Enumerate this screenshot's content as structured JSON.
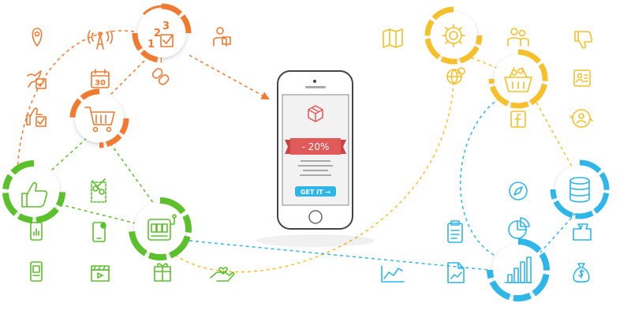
{
  "phone": {
    "discount": "- 20%",
    "cta": "GET IT →"
  },
  "hubs": {
    "numbers_digits": [
      "1",
      "2",
      "3"
    ]
  },
  "icons": {
    "calendar_day": "30"
  },
  "colors": {
    "orange": "#f07a30",
    "green": "#5cc02c",
    "yellow": "#f5c02a",
    "blue": "#2fb6e8",
    "ribbon_red": "#e05a5a"
  }
}
